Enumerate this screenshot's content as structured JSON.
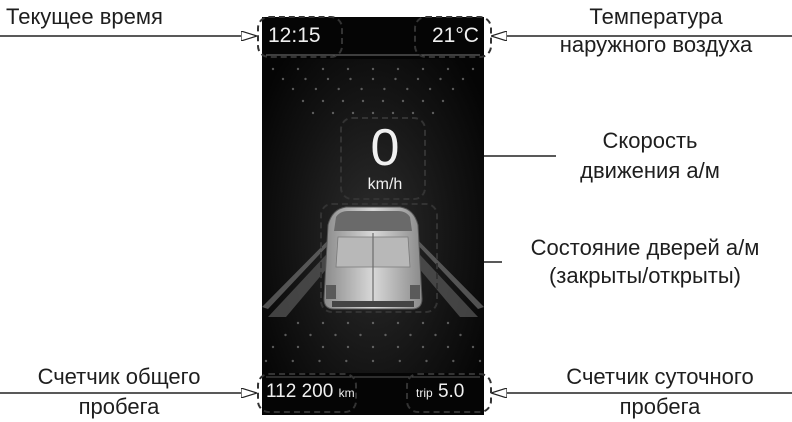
{
  "labels": {
    "current_time": "Текущее время",
    "temperature_line1": "Температура",
    "temperature_line2": "наружного воздуха",
    "speed_line1": "Скорость",
    "speed_line2": "движения а/м",
    "doors_line1": "Состояние дверей а/м",
    "doors_line2": "(закрыты/открыты)",
    "odometer_line1": "Счетчик общего",
    "odometer_line2": "пробега",
    "trip_line1": "Счетчик суточного",
    "trip_line2": "пробега"
  },
  "display": {
    "time": "12:15",
    "temperature": "21°C",
    "speed_value": "0",
    "speed_unit": "km/h",
    "odometer_value": "112 200",
    "odometer_unit": "km",
    "trip_label": "trip",
    "trip_value": "5.0"
  },
  "colors": {
    "screen_bg": "#0a0a0a",
    "screen_text": "#f0f0f0",
    "label_text": "#1e1e1e"
  }
}
